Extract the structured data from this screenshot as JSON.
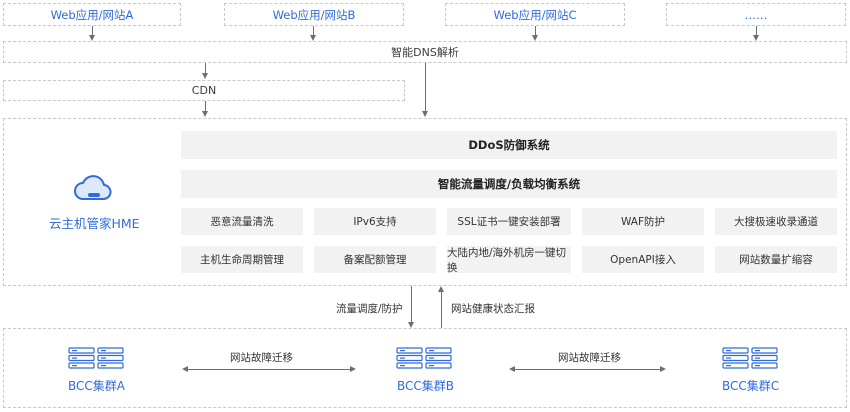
{
  "sites": [
    "Web应用/网站A",
    "Web应用/网站B",
    "Web应用/网站C",
    "……"
  ],
  "dns_label": "智能DNS解析",
  "cdn_label": "CDN",
  "hme": {
    "title": "云主机管家HME",
    "icon": "cloud-icon"
  },
  "bars": {
    "ddos": "DDoS防御系统",
    "traffic": "智能流量调度/负载均衡系统"
  },
  "features_row1": [
    "恶意流量清洗",
    "IPv6支持",
    "SSL证书一键安装部署",
    "WAF防护",
    "大搜极速收录通道"
  ],
  "features_row2": [
    "主机生命周期管理",
    "备案配额管理",
    "大陆内地/海外机房一键切换",
    "OpenAPI接入",
    "网站数量扩缩容"
  ],
  "flows": {
    "down": "流量调度/防护",
    "up": "网站健康状态汇报"
  },
  "clusters": [
    "BCC集群A",
    "BCC集群B",
    "BCC集群C"
  ],
  "migrations": [
    "网站故障迁移",
    "网站故障迁移"
  ],
  "colors": {
    "accent": "#2f6bdc",
    "icon_fill": "#dde8fb",
    "gray_box": "#f2f2f2"
  }
}
